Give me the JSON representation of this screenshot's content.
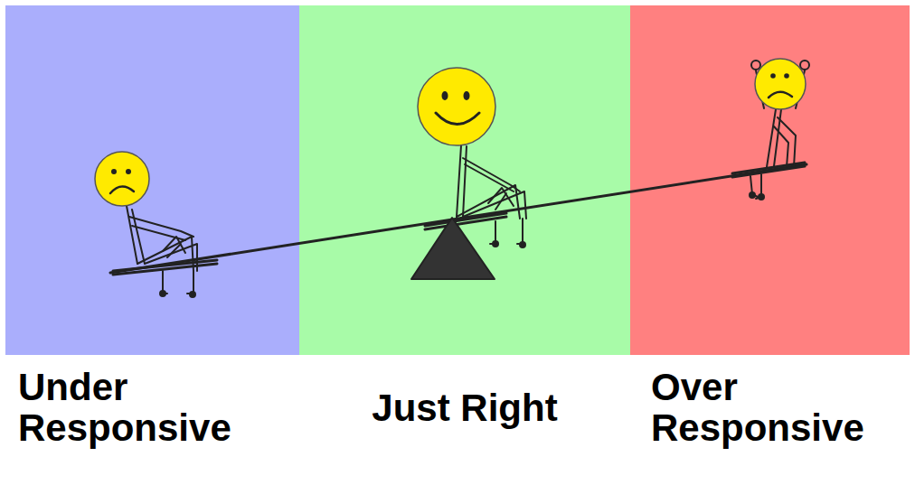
{
  "diagram": {
    "nodes": [
      {
        "text": [
          "Under Responsive"
        ]
      },
      {
        "text": [
          "Just Right"
        ]
      },
      {
        "text": [
          "Over Responsive"
        ]
      }
    ]
  }
}
